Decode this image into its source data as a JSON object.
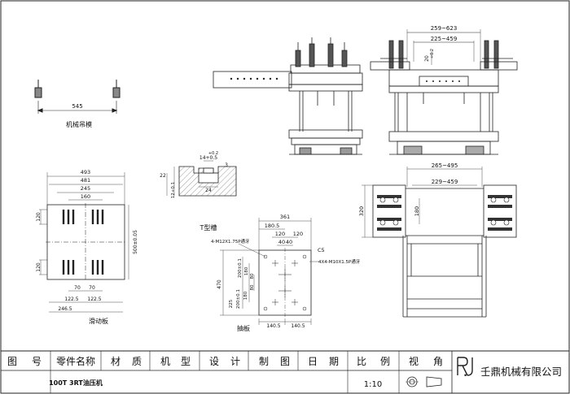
{
  "views": {
    "hanger": {
      "dim_width": "545",
      "caption": "机械吊模"
    },
    "platen": {
      "dim_493": "493",
      "dim_481": "481",
      "dim_245": "245",
      "dim_160": "160",
      "dim_120_top": "120",
      "dim_120_bottom": "120",
      "dim_500": "500±0.05",
      "dim_70a": "70",
      "dim_70b": "70",
      "dim_122_5a": "122.5",
      "dim_122_5b": "122.5",
      "dim_246_5": "246.5",
      "caption": "滑动板"
    },
    "tslot": {
      "dim_width_top": "14+0.5",
      "dim_width_top_tol": "+0.2",
      "dim_22": "22",
      "dim_12": "12+0.1",
      "dim_24": "24",
      "dim_chamfer": "3",
      "caption": "T型槽"
    },
    "pull_plate": {
      "dim_361": "361",
      "dim_180_5": "180.5",
      "dim_120a": "120",
      "dim_120b": "120",
      "dim_40a": "40",
      "dim_40b": "40",
      "chamfer": "C5",
      "note_m12": "4-M12X1.75P通牙",
      "note_m10": "4X4-M10X1.5P通牙",
      "dim_470": "470",
      "dim_200": "200±0.1",
      "dim_180a": "180",
      "dim_80a": "80",
      "dim_80b": "80",
      "dim_225": "225",
      "dim_200b": "200±0.1",
      "dim_180b": "180",
      "dim_140_5a": "140.5",
      "dim_140_5b": "140.5",
      "caption": "抽板"
    },
    "front": {
      "dim_259_623": "259~623",
      "dim_225_459": "225~459",
      "dim_20": "20",
      "dim_20_tol": "+0.2"
    },
    "cylinder": {
      "dim_265_495": "265~495",
      "dim_229_459": "229~459",
      "dim_320": "320",
      "dim_180": "180"
    }
  },
  "title_block": {
    "headers": [
      "图",
      "号",
      "零件名称",
      "材",
      "质",
      "机",
      "型",
      "设",
      "计",
      "制",
      "图",
      "日",
      "期",
      "比",
      "例",
      "视",
      "角"
    ],
    "part_name": "100T 3RT油压机",
    "scale": "1:10",
    "company": "壬鼎机械有限公司",
    "logo_text": "RJ"
  }
}
